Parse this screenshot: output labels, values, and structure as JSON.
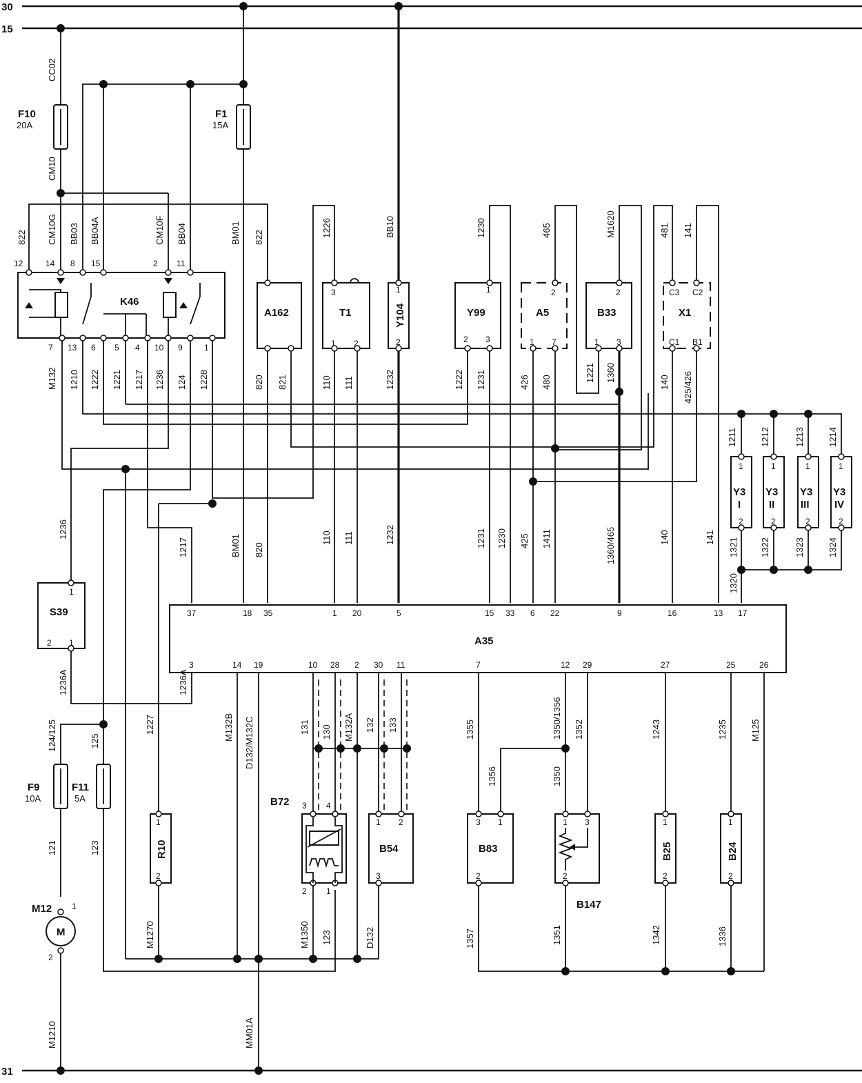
{
  "rails": {
    "r30": "30",
    "r15": "15",
    "r31": "31"
  },
  "fuses": [
    {
      "id": "F10",
      "rating": "20A"
    },
    {
      "id": "F1",
      "rating": "15A"
    },
    {
      "id": "F9",
      "rating": "10A"
    },
    {
      "id": "F11",
      "rating": "5A"
    }
  ],
  "components": {
    "K46": "K46",
    "A162": "A162",
    "T1": "T1",
    "Y104": "Y104",
    "Y99": "Y99",
    "A5": "A5",
    "B33": "B33",
    "X1": "X1",
    "S39": "S39",
    "A35": "A35",
    "R10": "R10",
    "B72": "B72",
    "B54": "B54",
    "B83": "B83",
    "B147": "B147",
    "B25": "B25",
    "B24": "B24",
    "M12": "M12",
    "M12_symbol": "M",
    "Y3": [
      {
        "name": "Y3",
        "roman": "I"
      },
      {
        "name": "Y3",
        "roman": "II"
      },
      {
        "name": "Y3",
        "roman": "III"
      },
      {
        "name": "Y3",
        "roman": "IV"
      }
    ]
  },
  "wire_labels": [
    "CC02",
    "CM10",
    "822",
    "CM10G",
    "BB03",
    "BB04A",
    "CM10F",
    "BB04",
    "BM01",
    "822",
    "1226",
    "BB10",
    "1230",
    "465",
    "M1620",
    "481",
    "141",
    "M132",
    "1210",
    "1222",
    "1221",
    "1217",
    "1236",
    "124",
    "1228",
    "820",
    "821",
    "110",
    "111",
    "1232",
    "1222",
    "1231",
    "426",
    "480",
    "1221",
    "1360",
    "140",
    "425/426",
    "1211",
    "1212",
    "1213",
    "1214",
    "1321",
    "1322",
    "1323",
    "1324",
    "1236",
    "1217",
    "BM01",
    "820",
    "110",
    "111",
    "1232",
    "1231",
    "1230",
    "425",
    "1411",
    "1360/465",
    "140",
    "141",
    "1320",
    "1236A",
    "1236A",
    "124/125",
    "125",
    "1227",
    "M132B",
    "D132/M132C",
    "131",
    "130",
    "M132A",
    "132",
    "133",
    "1355",
    "1356",
    "1350/1356",
    "1352",
    "1350",
    "1243",
    "1235",
    "M125",
    "121",
    "123",
    "M1270",
    "M1350",
    "123",
    "D132",
    "1357",
    "1351",
    "1342",
    "1336",
    "M1210",
    "MM01A"
  ],
  "pins": {
    "K46_top": [
      "12",
      "14",
      "8",
      "15",
      "2",
      "11"
    ],
    "K46_bottom": [
      "7",
      "13",
      "6",
      "5",
      "4",
      "10",
      "9",
      "1"
    ],
    "A35_top": [
      "37",
      "18",
      "35",
      "1",
      "20",
      "5",
      "15",
      "33",
      "6",
      "22",
      "9",
      "16",
      "13",
      "17"
    ],
    "A35_bottom": [
      "3",
      "14",
      "19",
      "10",
      "28",
      "2",
      "30",
      "11",
      "7",
      "12",
      "29",
      "27",
      "25",
      "26"
    ],
    "A162": [],
    "T1": [
      "3",
      "1",
      "2"
    ],
    "Y104": [
      "1",
      "2"
    ],
    "Y99": [
      "1",
      "2",
      "3"
    ],
    "A5": [
      "2",
      "1",
      "7"
    ],
    "B33": [
      "2",
      "1",
      "3"
    ],
    "X1": [
      "C3",
      "C2",
      "C1",
      "B1"
    ],
    "S39": [
      "1",
      "2",
      "1"
    ],
    "R10": [
      "1",
      "2"
    ],
    "B72": [
      "3",
      "4",
      "2",
      "1"
    ],
    "B54": [
      "1",
      "2",
      "3"
    ],
    "B83": [
      "3",
      "1",
      "2"
    ],
    "B147": [
      "1",
      "3",
      "2"
    ],
    "B25": [
      "1",
      "2"
    ],
    "B24": [
      "1",
      "2"
    ],
    "Y3": [
      "1",
      "2"
    ],
    "M12": [
      "1",
      "2"
    ]
  }
}
